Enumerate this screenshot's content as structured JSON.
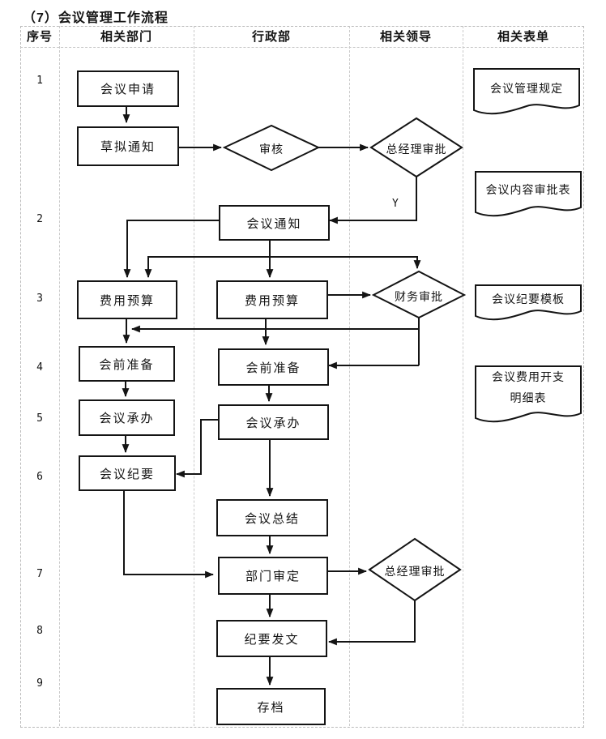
{
  "title": "（7）会议管理工作流程",
  "table": {
    "headers": [
      "序号",
      "相关部门",
      "行政部",
      "相关领导",
      "相关表单"
    ],
    "row_numbers": [
      "1",
      "2",
      "3",
      "4",
      "5",
      "6",
      "7",
      "8",
      "9"
    ]
  },
  "flow": {
    "labels": {
      "yes": "Y"
    },
    "nodes": {
      "app": "会议申请",
      "draft": "草拟通知",
      "review": "审核",
      "gm1": "总经理审批",
      "notice": "会议通知",
      "budget_dept": "费用预算",
      "budget_admin": "费用预算",
      "finance": "财务审批",
      "prep_dept": "会前准备",
      "prep_admin": "会前准备",
      "host_dept": "会议承办",
      "host_admin": "会议承办",
      "minutes": "会议纪要",
      "summary": "会议总结",
      "dept_review": "部门审定",
      "gm2": "总经理审批",
      "issue": "纪要发文",
      "archive": "存档"
    },
    "docs": {
      "regulation": "会议管理规定",
      "content_approval": "会议内容审批表",
      "minutes_template": "会议纪要模板",
      "expense_detail": "会议费用开支明细表"
    },
    "edges": [
      [
        "app",
        "draft"
      ],
      [
        "draft",
        "review"
      ],
      [
        "review",
        "gm1"
      ],
      [
        "gm1",
        "notice"
      ],
      [
        "notice",
        "budget_dept"
      ],
      [
        "notice",
        "budget_admin"
      ],
      [
        "notice",
        "finance"
      ],
      [
        "budget_admin",
        "finance"
      ],
      [
        "finance",
        "prep_dept"
      ],
      [
        "finance",
        "prep_admin"
      ],
      [
        "budget_dept",
        "prep_dept"
      ],
      [
        "budget_admin",
        "prep_admin"
      ],
      [
        "prep_dept",
        "host_dept"
      ],
      [
        "prep_admin",
        "host_admin"
      ],
      [
        "host_dept",
        "minutes"
      ],
      [
        "host_admin",
        "minutes"
      ],
      [
        "host_admin",
        "summary"
      ],
      [
        "minutes",
        "dept_review"
      ],
      [
        "summary",
        "dept_review"
      ],
      [
        "dept_review",
        "gm2"
      ],
      [
        "dept_review",
        "issue"
      ],
      [
        "gm2",
        "issue"
      ],
      [
        "issue",
        "archive"
      ]
    ]
  }
}
